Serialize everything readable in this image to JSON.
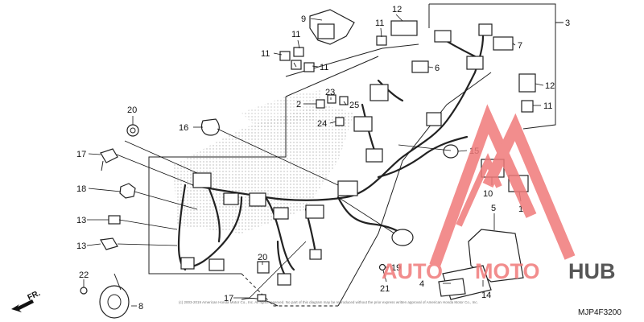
{
  "diagram_code": "MJP4F3200",
  "direction_label": "FR.",
  "watermark": {
    "part1": "AUTO",
    "part2": "MOTO",
    "part3": "HUB",
    "color": "#f07a7a"
  },
  "copyright": "(c) 2003-2019 American Honda Motor Co., Inc. All rights reserved. No part of this diagram may be reproduced without the prior express written approval of American Honda Motor Co., Inc.",
  "callouts": {
    "c1": "1",
    "c2": "2",
    "c3": "3",
    "c4": "4",
    "c5": "5",
    "c6": "6",
    "c7": "7",
    "c8": "8",
    "c9": "9",
    "c10": "10",
    "c11a": "11",
    "c11b": "11",
    "c11c": "11",
    "c11d": "11",
    "c11e": "11",
    "c12a": "12",
    "c12b": "12",
    "c13a": "13",
    "c13b": "13",
    "c14": "14",
    "c15": "15",
    "c16": "16",
    "c17a": "17",
    "c17b": "17",
    "c18": "18",
    "c19": "19",
    "c20a": "20",
    "c20b": "20",
    "c21": "21",
    "c22": "22",
    "c23": "23",
    "c24": "24",
    "c25": "25"
  }
}
